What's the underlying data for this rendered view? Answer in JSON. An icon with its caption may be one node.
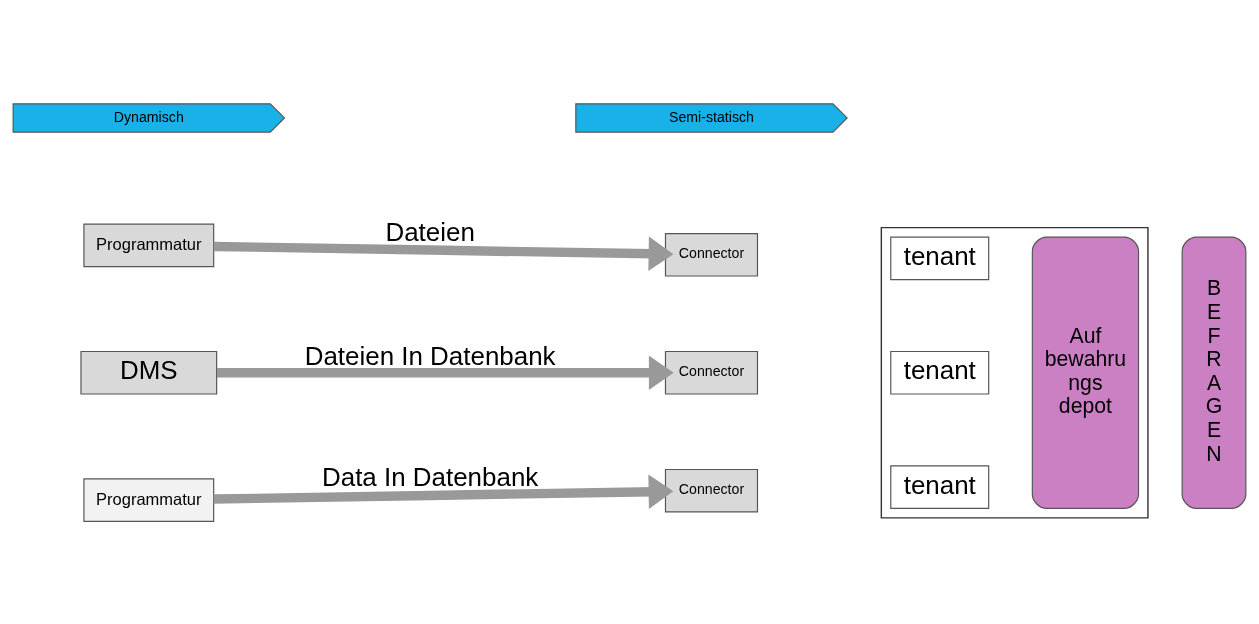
{
  "diagram": {
    "nodes": [
      {
        "text": [
          "Dynamisch"
        ]
      },
      {
        "text": [
          "Semi-statisch"
        ]
      },
      {
        "text": [
          "Programmatur"
        ]
      },
      {
        "text": [
          "Connector"
        ]
      },
      {
        "text": [],
        "shape": "box"
      },
      {
        "text": [
          "tenant"
        ],
        "in": 4
      },
      {
        "text": [
          "Auf bewahru ngs depot"
        ],
        "in": 4
      },
      {
        "text": [
          "B E F R A G E N"
        ]
      },
      {
        "text": [
          "DMS"
        ]
      },
      {
        "text": [
          "Connector"
        ]
      },
      {
        "text": [
          "tenant"
        ],
        "in": 4
      },
      {
        "text": [
          "Programmatur"
        ]
      },
      {
        "text": [
          "Connector"
        ]
      },
      {
        "text": [
          "tenant"
        ],
        "in": 4
      }
    ],
    "edges": [
      {
        "from": 2,
        "to": 3,
        "arrow": "to",
        "label": "Dateien"
      },
      {
        "from": 8,
        "to": 9,
        "arrow": "to",
        "label": "Dateien In Datenbank"
      },
      {
        "from": 11,
        "to": 12,
        "arrow": "to",
        "label": "Data In Datenbank"
      }
    ]
  }
}
